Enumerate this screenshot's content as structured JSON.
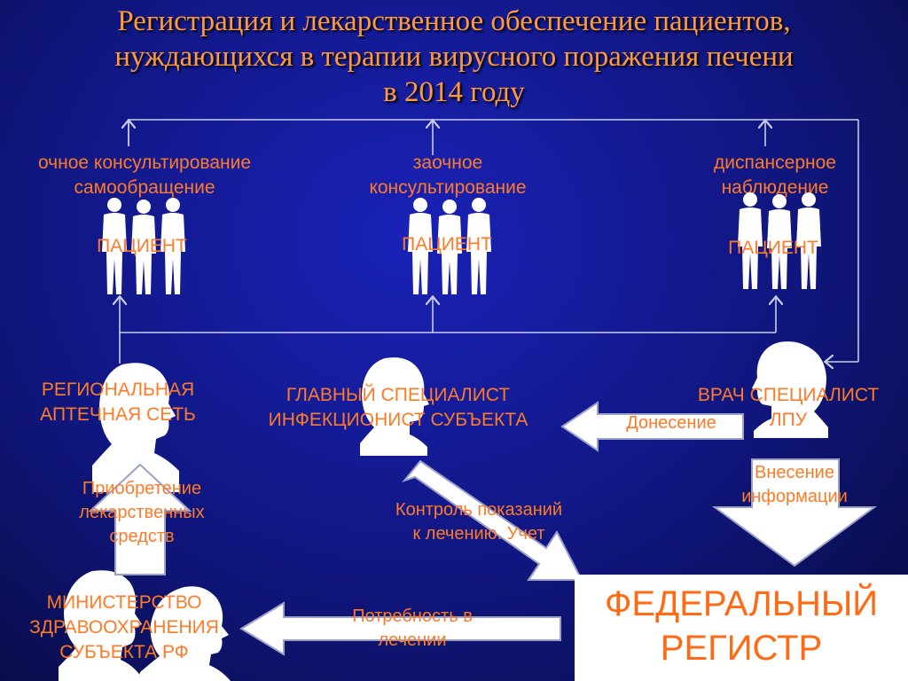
{
  "title": {
    "line1": "Регистрация и лекарственное обеспечение пациентов,",
    "line2": "нуждающихся в терапии вирусного поражения печени",
    "line3": "в 2014 году"
  },
  "patients": [
    {
      "caption_line1": "очное консультирование",
      "caption_line2": "самообращение",
      "label": "ПАЦИЕНТ"
    },
    {
      "caption_line1": "заочное",
      "caption_line2": "консультирование",
      "label": "ПАЦИЕНТ"
    },
    {
      "caption_line1": "диспансерное",
      "caption_line2": "наблюдение",
      "label": "ПАЦИЕНТ"
    }
  ],
  "actors": {
    "pharmacy": {
      "line1": "РЕГИОНАЛЬНАЯ",
      "line2": "АПТЕЧНАЯ СЕТЬ"
    },
    "chief": {
      "line1": "ГЛАВНЫЙ СПЕЦИАЛИСТ",
      "line2": "ИНФЕКЦИОНИСТ СУБЪЕКТА"
    },
    "doctor": {
      "line1": "ВРАЧ СПЕЦИАЛИСТ",
      "line2": "ЛПУ"
    },
    "ministry": {
      "line1": "МИНИСТЕРСТВО",
      "line2": "ЗДРАВООХРАНЕНИЯ",
      "line3": "СУБЪЕКТА РФ"
    }
  },
  "registry": {
    "line1": "ФЕДЕРАЛЬНЫЙ",
    "line2": "РЕГИСТР"
  },
  "flows": {
    "report": "Донесение",
    "entry_line1": "Внесение",
    "entry_line2": "информации",
    "control_line1": "Контроль показаний",
    "control_line2": "к лечению. Учет",
    "purchase_line1": "Приобретение",
    "purchase_line2": "лекарственных",
    "purchase_line3": "средств",
    "need_line1": "Потребность в",
    "need_line2": "лечении"
  },
  "colors": {
    "text": "#ff7a26",
    "title": "#ff9a3c",
    "line": "#c8cbe6",
    "silhouette": "#ffffff"
  }
}
